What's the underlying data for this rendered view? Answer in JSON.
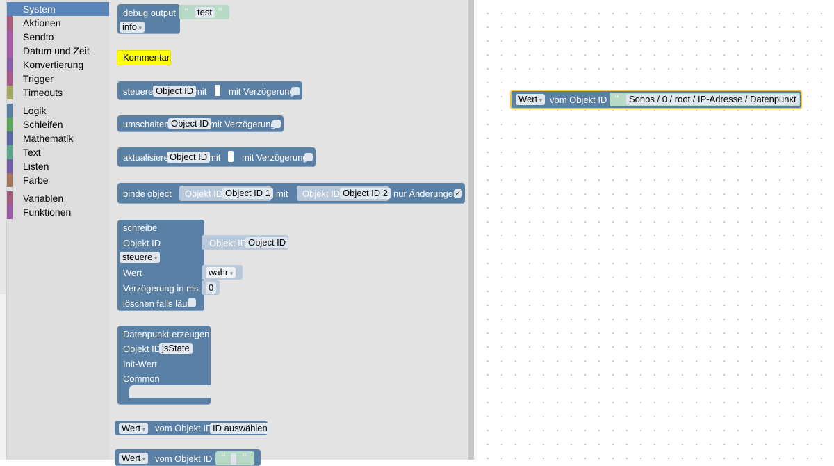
{
  "toolbox": {
    "categories": [
      {
        "label": "System",
        "color": "#5b84b8",
        "selected": true
      },
      {
        "label": "Aktionen",
        "color": "#a85b80"
      },
      {
        "label": "Sendto",
        "color": "#a65ba6"
      },
      {
        "label": "Datum und Zeit",
        "color": "#a85ba5"
      },
      {
        "label": "Konvertierung",
        "color": "#8a5ba6"
      },
      {
        "label": "Trigger",
        "color": "#a6598a"
      },
      {
        "label": "Timeouts",
        "color": "#a5a65b"
      },
      {
        "label": "Logik",
        "color": "#5b80a5"
      },
      {
        "label": "Schleifen",
        "color": "#5ba55b"
      },
      {
        "label": "Mathematik",
        "color": "#5b67a5"
      },
      {
        "label": "Text",
        "color": "#5ba58c"
      },
      {
        "label": "Listen",
        "color": "#745ba5"
      },
      {
        "label": "Farbe",
        "color": "#a5745b"
      },
      {
        "label": "Variablen",
        "color": "#a55b80"
      },
      {
        "label": "Funktionen",
        "color": "#995ba5"
      }
    ]
  },
  "flyout": {
    "debug": {
      "label": "debug output",
      "text": "test",
      "level": "info"
    },
    "comment": {
      "label": "Kommentar"
    },
    "control": {
      "label": "steuere",
      "field": "Object ID",
      "with": "mit",
      "delay": "mit Verzögerung"
    },
    "toggle": {
      "label": "umschalten",
      "field": "Object ID",
      "delay": "mit Verzögerung"
    },
    "update": {
      "label": "aktualisiere",
      "field": "Object ID",
      "with": "mit",
      "delay": "mit Verzögerung"
    },
    "bind": {
      "label": "binde",
      "object": "object",
      "sub_label": "Objekt ID",
      "field1": "Object ID 1",
      "with": "mit",
      "field2": "Object ID 2",
      "only_changes": "nur Änderungen"
    },
    "write": {
      "label": "schreibe",
      "object_id": "Objekt ID",
      "sub_label": "Objekt ID",
      "field": "Object ID",
      "mode": "steuere",
      "value_label": "Wert",
      "value": "wahr",
      "delay_label": "Verzögerung in ms",
      "delay": "0",
      "clear_label": "löschen falls läuft"
    },
    "create": {
      "label": "Datenpunkt erzeugen",
      "object_id": "Objekt ID",
      "state": "jsState",
      "init": "Init-Wert",
      "common": "Common"
    },
    "getval1": {
      "mode": "Wert",
      "from": "vom Objekt ID",
      "field": "ID auswählen"
    },
    "getval2": {
      "mode": "Wert",
      "from": "vom Objekt ID"
    }
  },
  "workspace": {
    "block": {
      "mode": "Wert",
      "from": "vom Objekt ID",
      "path": "Sonos / 0 / root / IP-Adresse / Datenpunkt"
    }
  }
}
